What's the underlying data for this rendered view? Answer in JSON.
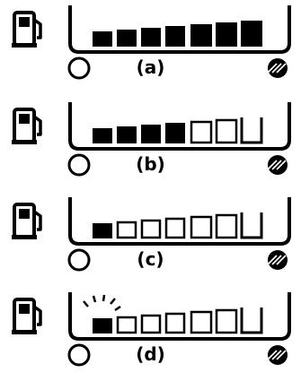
{
  "figure": {
    "panels": [
      {
        "label": "(a)",
        "filled_segments": 7,
        "total_segments": 7,
        "warning_flash": false
      },
      {
        "label": "(b)",
        "filled_segments": 4,
        "total_segments": 7,
        "warning_flash": false
      },
      {
        "label": "(c)",
        "filled_segments": 1,
        "total_segments": 7,
        "warning_flash": false
      },
      {
        "label": "(d)",
        "filled_segments": 1,
        "total_segments": 7,
        "warning_flash": true
      }
    ],
    "icons": {
      "pump": "fuel-pump-icon",
      "empty_end": "empty-circle-icon",
      "full_end": "hatched-circle-icon"
    },
    "colors": {
      "ink": "#000000",
      "paper": "#ffffff"
    }
  }
}
